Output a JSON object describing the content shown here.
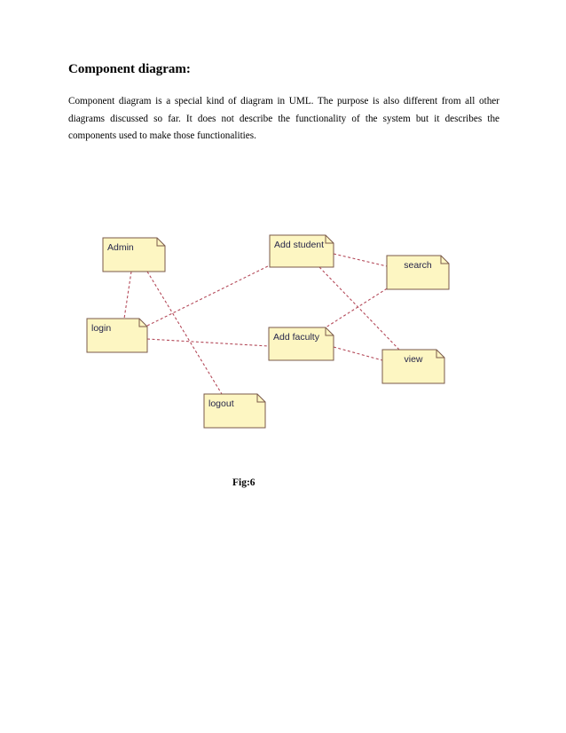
{
  "heading": "Component diagram:",
  "paragraph": "Component diagram is a special kind of diagram in UML. The purpose is also different from all other diagrams discussed so far. It does not describe the functionality of the system but it describes the components used to make those functionalities.",
  "diagram": {
    "nodes": [
      {
        "id": "admin",
        "label": "Admin"
      },
      {
        "id": "add-student",
        "label": "Add student"
      },
      {
        "id": "search",
        "label": "search"
      },
      {
        "id": "login",
        "label": "login"
      },
      {
        "id": "add-faculty",
        "label": "Add faculty"
      },
      {
        "id": "view",
        "label": "view"
      },
      {
        "id": "logout",
        "label": "logout"
      }
    ],
    "edges": [
      [
        "admin",
        "login"
      ],
      [
        "admin",
        "logout"
      ],
      [
        "login",
        "add-student"
      ],
      [
        "login",
        "add-faculty"
      ],
      [
        "add-student",
        "search"
      ],
      [
        "add-student",
        "view"
      ],
      [
        "add-faculty",
        "search"
      ],
      [
        "add-faculty",
        "view"
      ]
    ],
    "colors": {
      "fill": "#fdf6c2",
      "stroke": "#7a5a4a",
      "edge": "#b44a5a"
    }
  },
  "caption": "Fig:6"
}
